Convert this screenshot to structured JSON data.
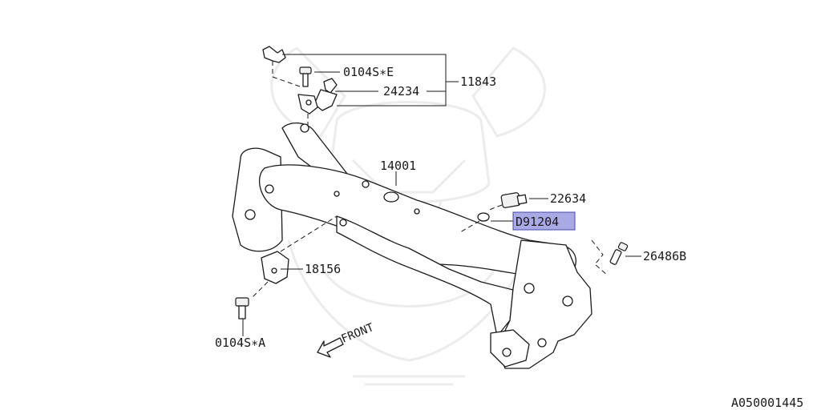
{
  "parts": {
    "p11843": "11843",
    "p0104SE": "0104S∗E",
    "p24234": "24234",
    "p14001": "14001",
    "p22634": "22634",
    "pD91204": "D91204",
    "p26486B": "26486B",
    "p18156": "18156",
    "p0104SA": "0104S∗A"
  },
  "direction": {
    "front": "FRONT"
  },
  "figure_id": "A050001445",
  "colors": {
    "highlight_fill": "#a9a9e6",
    "highlight_border": "#4a4aa8",
    "line": "#1a1a1a",
    "watermark": "#ececec"
  },
  "icons": {
    "front_arrow": "outline-arrow-icon",
    "watermark": "samurai-helmet-icon"
  }
}
